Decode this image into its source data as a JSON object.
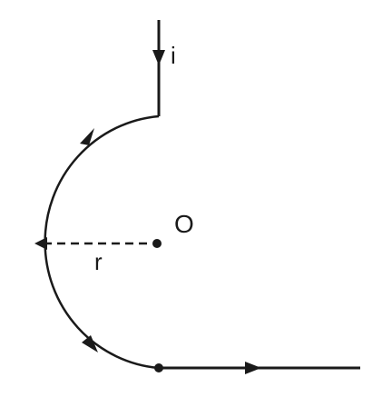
{
  "labels": {
    "current": "i",
    "center": "O",
    "radius": "r"
  },
  "colors": {
    "wire": "#1a1a1a",
    "background": "#ffffff"
  }
}
